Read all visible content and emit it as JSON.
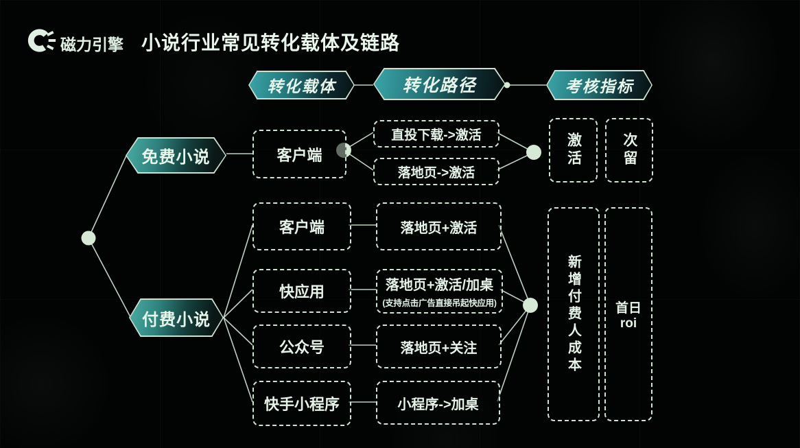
{
  "colors": {
    "accent_teal": "#38a19e",
    "line_pale": "#cfe3d3",
    "text_pale": "#e8f5ea",
    "background": "#020403"
  },
  "header": {
    "logo_icon": "magnetic-engine-logo",
    "logo_text": "磁力引擎",
    "title": "小说行业常见转化载体及链路"
  },
  "column_headers": {
    "carrier": "转化载体",
    "path": "转化路径",
    "metric": "考核指标"
  },
  "free": {
    "category": "免费小说",
    "carrier": "客户端",
    "path1": "直投下载->激活",
    "path2": "落地页->激活",
    "metric1": "激活",
    "metric2": "次留"
  },
  "paid": {
    "category": "付费小说",
    "rows": [
      {
        "carrier": "客户端",
        "path": "落地页+激活"
      },
      {
        "carrier": "快应用",
        "path": "落地页+激活/加桌",
        "note": "(支持点击广告直接吊起快应用)"
      },
      {
        "carrier": "公众号",
        "path": "落地页+关注"
      },
      {
        "carrier": "快手小程序",
        "path": "小程序->加桌"
      }
    ],
    "metric1": "新增付费人成本",
    "metric2_line1": "首日",
    "metric2_line2": "roi"
  }
}
